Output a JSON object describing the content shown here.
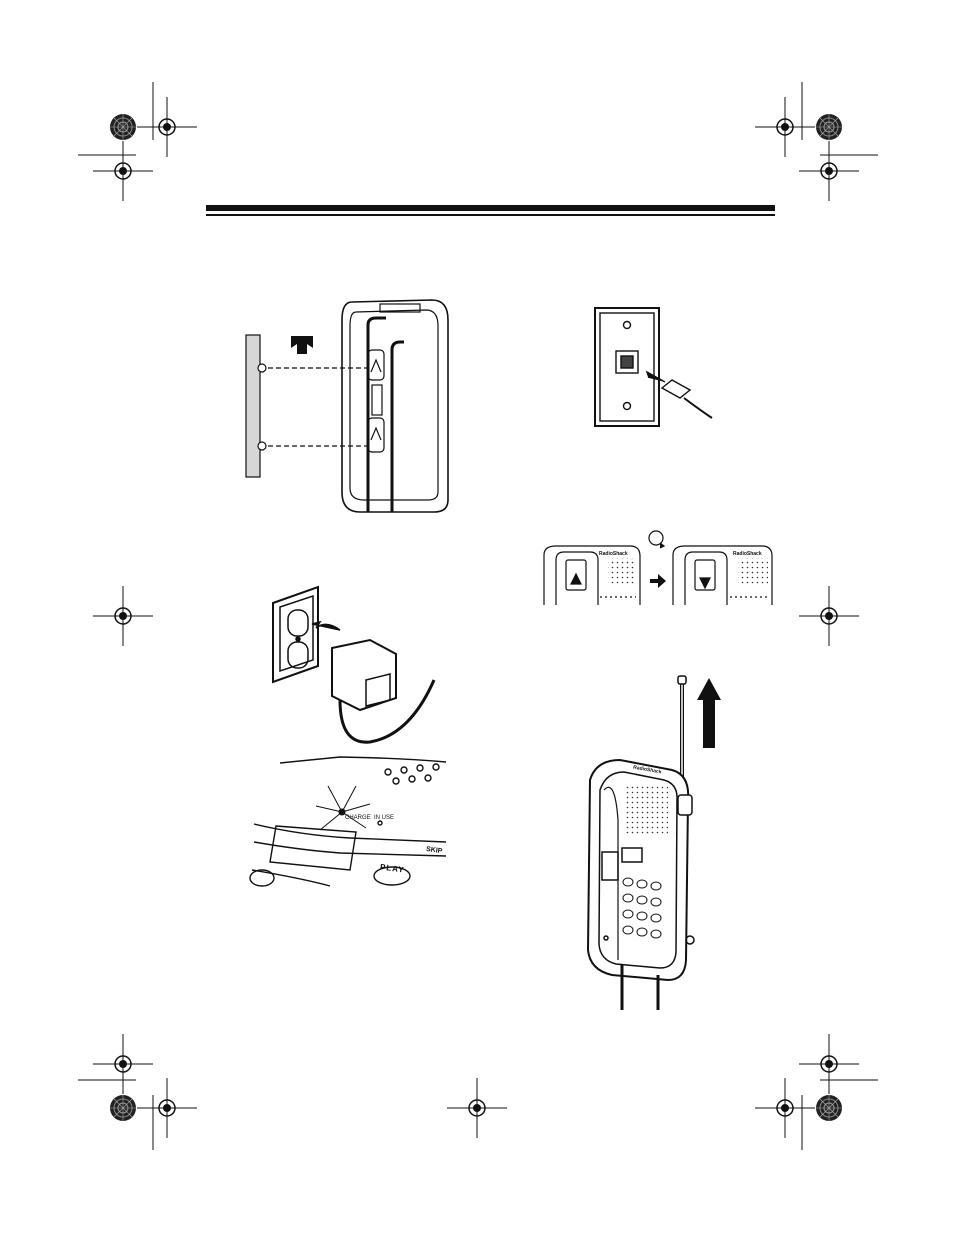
{
  "page": {
    "title": "Installation illustrations page"
  },
  "labels": {
    "power": "",
    "charge": "CHARGE",
    "in_use": "IN USE",
    "skip": "SKIP",
    "play": "PLAY",
    "brand": "RadioShack"
  },
  "icons": {
    "registration_mark": "crosshair-registration-icon",
    "target": "registration-target-icon",
    "rotate": "rotate-clockwise-icon",
    "arrow": "direction-arrow-icon"
  },
  "colors": {
    "ink": "#111111",
    "paper": "#ffffff"
  }
}
